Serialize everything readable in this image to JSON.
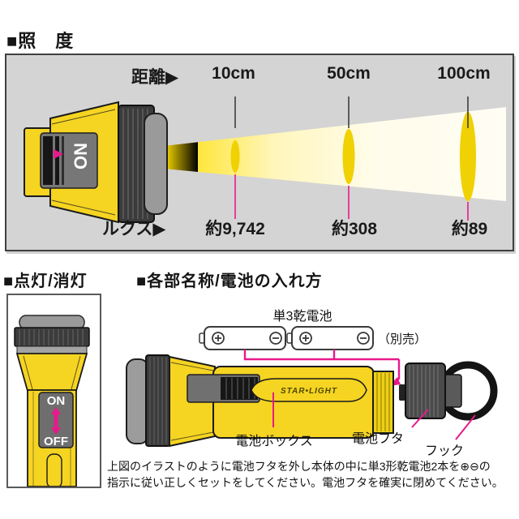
{
  "illuminance": {
    "title": "■照　度",
    "distance_label": "距離▶",
    "lux_label": "ルクス▶",
    "switch_label": "ON",
    "measurements": [
      {
        "distance": "10cm",
        "lux": "約9,742"
      },
      {
        "distance": "50cm",
        "lux": "約308"
      },
      {
        "distance": "100cm",
        "lux": "約89"
      }
    ]
  },
  "power_switch": {
    "title": "■点灯/消灯",
    "on_label": "ON",
    "off_label": "OFF"
  },
  "parts": {
    "title": "■各部名称/電池の入れ方",
    "battery_type_label": "単3乾電池",
    "sold_separately_label": "（別売）",
    "plus_symbol": "⊕",
    "minus_symbol": "⊖",
    "brand_logo": "STAR•LIGHT",
    "battery_box_label": "電池ボックス",
    "battery_lid_label": "電池フタ",
    "hook_label": "フック",
    "instructions_line1": "上図のイラストのように電池フタを外し本体の中に単3形乾電池2本を⊕⊖の",
    "instructions_line2": "指示に従い正しくセットをしてください。電池フタを確実に閉めてください。"
  },
  "colors": {
    "panel_bg": "#d4d4d4",
    "flashlight_yellow": "#f5d422",
    "beam_yellow": "#ffdf00",
    "beam_spot": "#f0d103",
    "accent_pink": "#e8198b"
  }
}
